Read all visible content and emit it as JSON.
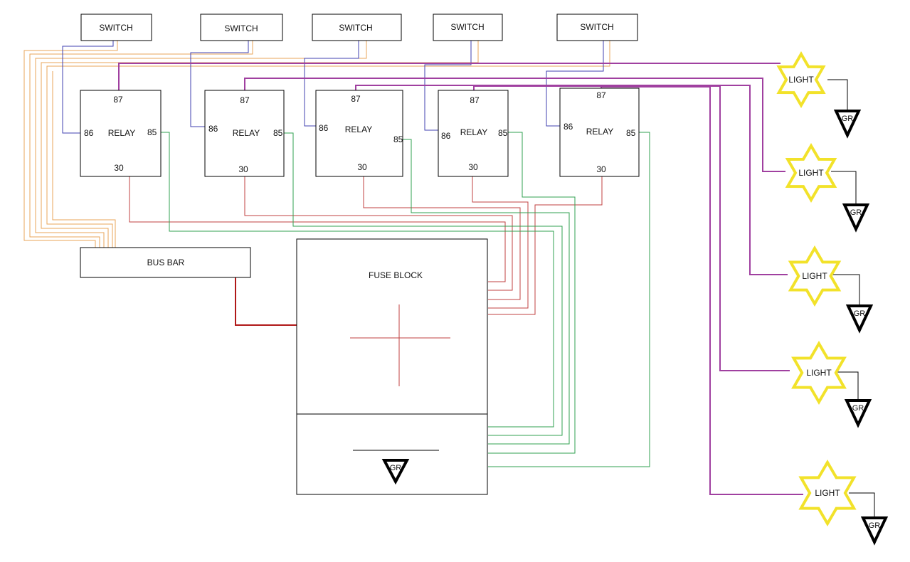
{
  "labels": {
    "switch": "SWITCH",
    "relay": "RELAY",
    "pin_86": "86",
    "pin_85": "85",
    "pin_87": "87",
    "pin_30": "30",
    "bus_bar": "BUS BAR",
    "fuse_block": "FUSE BLOCK",
    "light": "LIGHT",
    "ground": "GR"
  },
  "colors": {
    "switch_feed_wire": "#e8a45a",
    "switch_to_relay_wire": "#4040b0",
    "relay_87_to_light_wire": "#a040a0",
    "relay_30_to_fuse_wire": "#c04040",
    "relay_85_to_ground_wire": "#30a050",
    "bus_to_fuse_wire": "#b01818",
    "light_star": "#f2e22a",
    "ground_symbol": "#000000"
  }
}
